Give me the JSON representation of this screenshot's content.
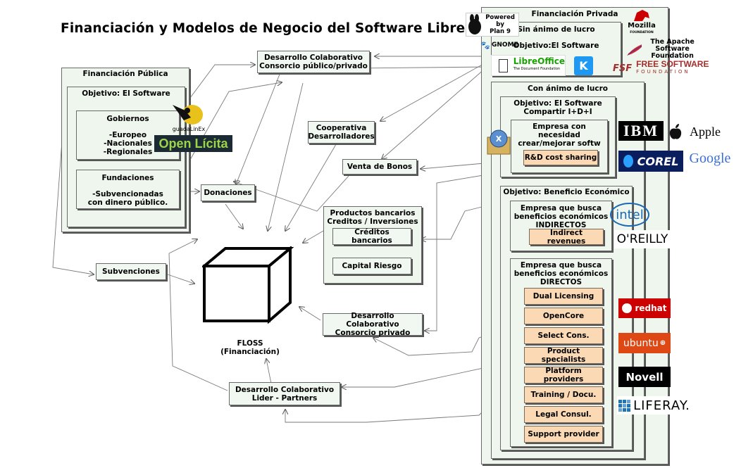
{
  "title": "Financiación y Modelos de Negocio del Software Libre",
  "center": {
    "label": "FLOSS\n(Financiación)"
  },
  "publica": {
    "title": "Financiación Pública",
    "objetivo": "Objetivo: El Software",
    "gobiernos": {
      "title": "Gobiernos",
      "items": "-Europeo\n-Nacionales\n-Regionales"
    },
    "fundaciones": {
      "title": "Fundaciones",
      "desc": "-Subvencionadas\ncon dinero público."
    }
  },
  "nodes": {
    "colab_pub_priv": "Desarrollo Colaborativo\nConsorcio público/privado",
    "cooperativa": "Cooperativa\nDesarrolladores",
    "venta_bonos": "Venta de Bonos",
    "donaciones": "Donaciones",
    "subvenciones": "Subvenciones",
    "productos_bancarios": "Productos bancarios\nCreditos / Inversiones",
    "creditos_bancarios": "Créditos bancarios",
    "capital_riesgo": "Capital Riesgo",
    "colab_privado": "Desarrollo Colaborativo\nConsorcio privado",
    "colab_lider": "Desarrollo Colaborativo\nLider - Partners"
  },
  "privada": {
    "title": "Financiación Privada",
    "sin_animo": "Sin ánimo de lucro",
    "objetivo_sw": "Objetivo:El Software",
    "con_animo": "Con ánimo de lucro",
    "objetivo_idi": "Objetivo: El Software\nCompartir I+D+I",
    "empresa_necesidad": "Empresa con necesidad\ncrear/mejorar softw",
    "rd_sharing": "R&D cost sharing",
    "objetivo_beneficio": "Objetivo: Beneficio Económico",
    "indirectos": "Empresa que busca\nbeneficios económicos\nINDIRECTOS",
    "indirect_revenues": "Indirect revenues",
    "directos": "Empresa que busca\nbeneficios económicos\nDIRECTOS",
    "models": [
      "Dual Licensing",
      "OpenCore",
      "Select Cons.",
      "Product specialists",
      "Platform providers",
      "Training / Docu.",
      "Legal Consul.",
      "Support provider"
    ]
  },
  "logos": {
    "guadalinex": "guadaLinEx",
    "open_licita": "Open Lícita",
    "plan9": "Powered by\nPlan 9",
    "gnome": "GNOME",
    "libreoffice": "LibreOffice",
    "libreoffice_sub": "The Document Foundation",
    "mozilla": "Mozilla",
    "mozilla_sub": "FOUNDATION",
    "apache": "The Apache\nSoftware Foundation",
    "fsf": "FREE SOFTWARE",
    "fsf_sub": "FOUNDATION",
    "fsf_mark": "FSF",
    "kde": "K",
    "ibm": "IBM",
    "apple_name": "Apple",
    "corel": "COREL",
    "google": "Google",
    "intel": "intel",
    "oreilly": "O'REILLY",
    "redhat": "redhat",
    "ubuntu": "ubuntu",
    "novell": "Novell",
    "liferay": "LIFERAY."
  },
  "colors": {
    "box_bg": "#eef6ee",
    "orange_bg": "#fbd9b4",
    "line": "#6a6a6a"
  }
}
